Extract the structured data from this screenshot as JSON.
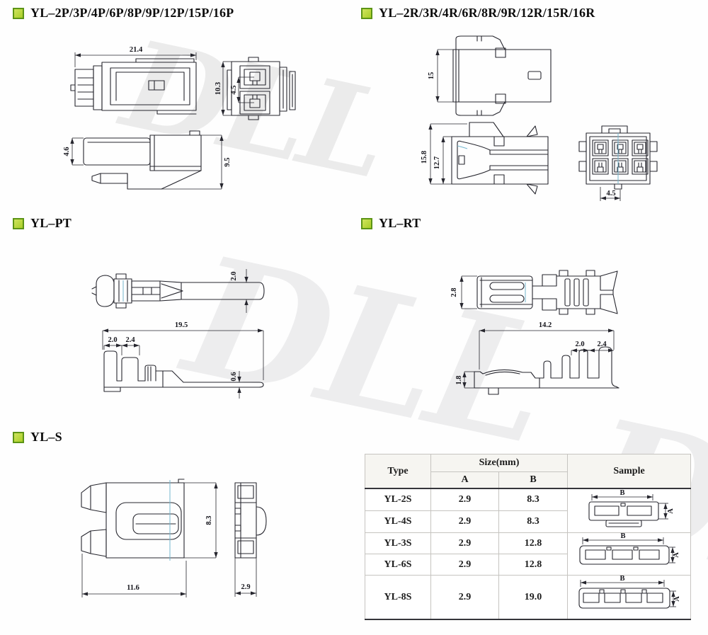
{
  "watermark": {
    "text": "DLL"
  },
  "sections": {
    "p": {
      "title": "YL–2P/3P/4P/6P/8P/9P/12P/15P/16P",
      "dims": {
        "total_width": "21.4",
        "height": "10.3",
        "pitch": "4.5",
        "latch_height": "4.6",
        "body_height": "9.5"
      }
    },
    "r": {
      "title": "YL–2R/3R/4R/6R/8R/9R/12R/15R/16R",
      "dims": {
        "width": "15",
        "height": "15.8",
        "inner_height": "12.7",
        "pitch": "4.5"
      }
    },
    "pt": {
      "title": "YL–PT",
      "dims": {
        "pin_width": "2.0",
        "total_length": "19.5",
        "crimp_a": "2.0",
        "crimp_b": "2.4",
        "pin_thickness": "0.6"
      }
    },
    "rt": {
      "title": "YL–RT",
      "dims": {
        "width": "2.8",
        "total_length": "14.2",
        "crimp_a": "2.0",
        "crimp_b": "2.4",
        "height": "1.8"
      }
    },
    "s": {
      "title": "YL–S",
      "dims": {
        "height": "8.3",
        "width": "11.6",
        "depth": "2.9"
      }
    }
  },
  "table": {
    "headers": {
      "type": "Type",
      "size": "Size(mm)",
      "col_a": "A",
      "col_b": "B",
      "sample": "Sample"
    },
    "rows": [
      {
        "type": "YL-2S",
        "a": "2.9",
        "b": "8.3"
      },
      {
        "type": "YL-4S",
        "a": "2.9",
        "b": "8.3"
      },
      {
        "type": "YL-3S",
        "a": "2.9",
        "b": "12.8"
      },
      {
        "type": "YL-6S",
        "a": "2.9",
        "b": "12.8"
      },
      {
        "type": "YL-8S",
        "a": "2.9",
        "b": "19.0"
      }
    ],
    "sample_dims": {
      "b": "B",
      "a": "A"
    }
  },
  "colors": {
    "accent_green": "#b5d435",
    "accent_green_border": "#5c9415",
    "line": "#26262e",
    "cyan_accent": "#74b6cf"
  }
}
